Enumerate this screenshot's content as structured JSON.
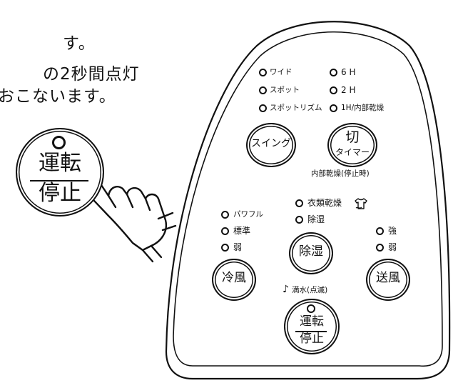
{
  "intro": {
    "line1": "す。",
    "line2": "の2秒間点灯",
    "line3": "おこないます。"
  },
  "callout_button": {
    "top": "運転",
    "bottom": "停止"
  },
  "panel": {
    "swing_modes": [
      "ワイド",
      "スポット",
      "スポットリズム"
    ],
    "timer_modes": [
      "6 H",
      "2 H",
      "1H/内部乾燥"
    ],
    "swing_button": "スイング",
    "timer_button": {
      "top": "切",
      "bottom": "タイマー"
    },
    "timer_note": "内部乾燥(停止時)",
    "dehumid_modes": [
      "衣類乾燥",
      "除湿"
    ],
    "cool_modes": [
      "パワフル",
      "標準",
      "弱"
    ],
    "fan_modes": [
      "強",
      "弱"
    ],
    "dehumid_button": "除湿",
    "cool_button": "冷風",
    "fan_button": "送風",
    "water_full_note": "満水(点滅)",
    "power_button": {
      "top": "運転",
      "bottom": "停止"
    }
  },
  "icons": {
    "indicator_led": "hollow-circle",
    "laundry": "shirt-icon",
    "water_full": "note-icon",
    "pointer": "pointing-hand-icon"
  }
}
